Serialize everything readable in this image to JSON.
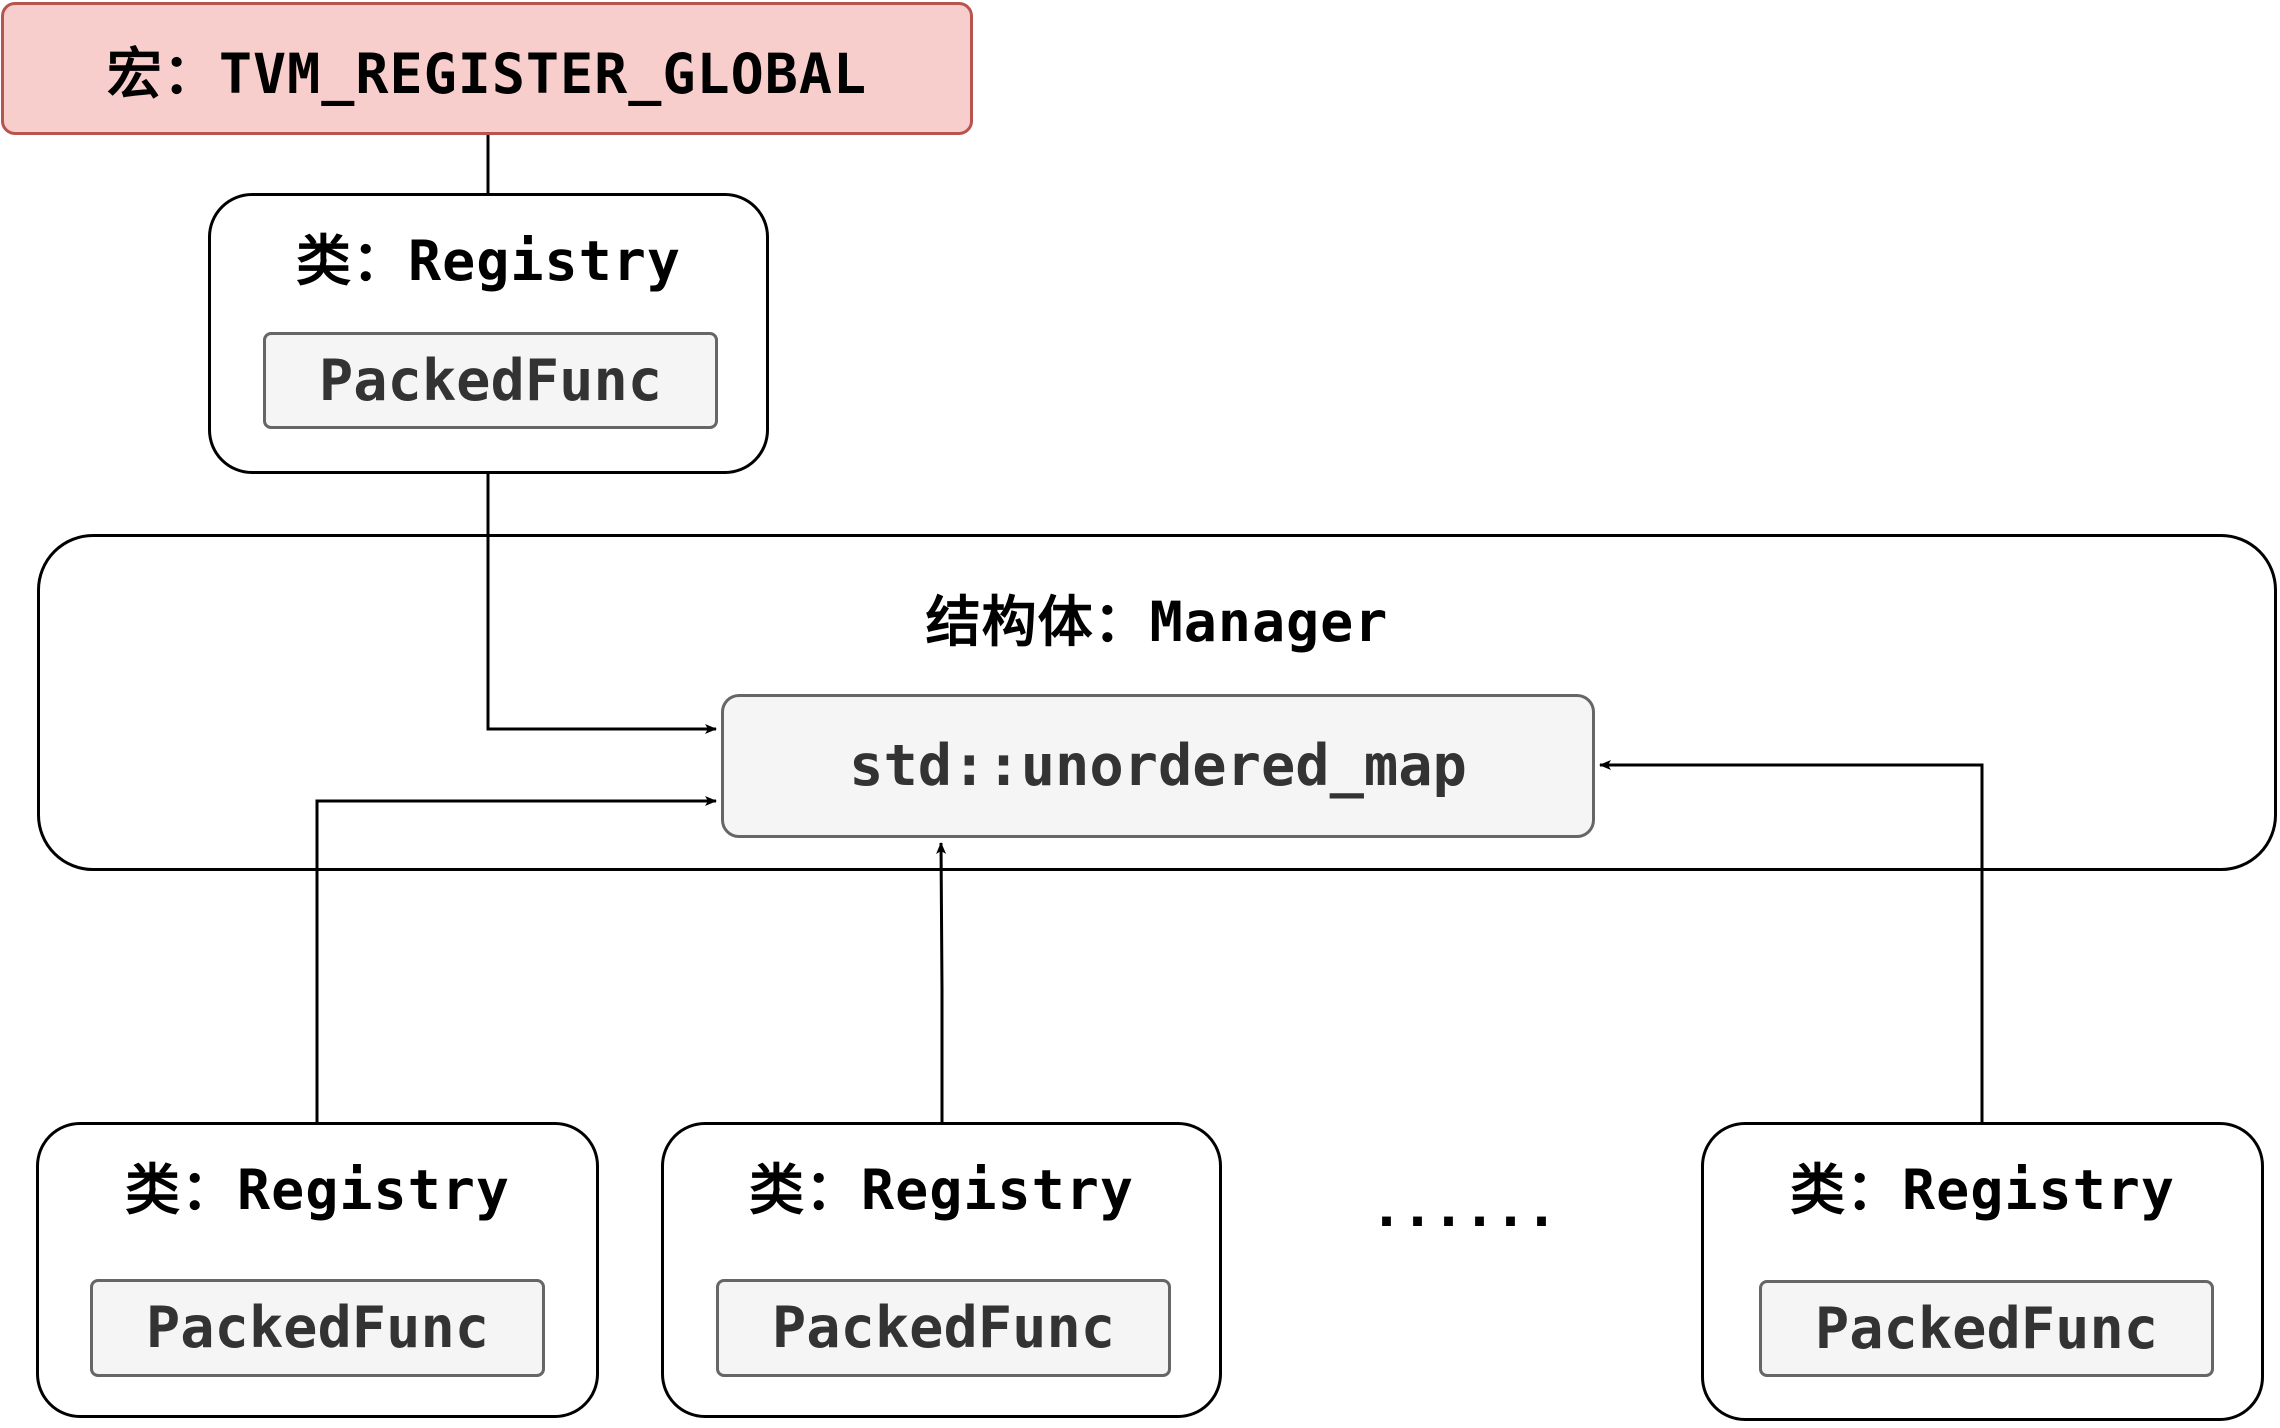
{
  "macro": {
    "prefix": "宏：",
    "name": "TVM_REGISTER_GLOBAL"
  },
  "registry_top": {
    "prefix": "类：",
    "name": "Registry",
    "member": "PackedFunc"
  },
  "manager": {
    "prefix": "结构体：",
    "name": "Manager",
    "member": "std::unordered_map"
  },
  "registries": [
    {
      "prefix": "类：",
      "name": "Registry",
      "member": "PackedFunc"
    },
    {
      "prefix": "类：",
      "name": "Registry",
      "member": "PackedFunc"
    },
    {
      "prefix": "类：",
      "name": "Registry",
      "member": "PackedFunc"
    }
  ],
  "ellipsis": "......"
}
